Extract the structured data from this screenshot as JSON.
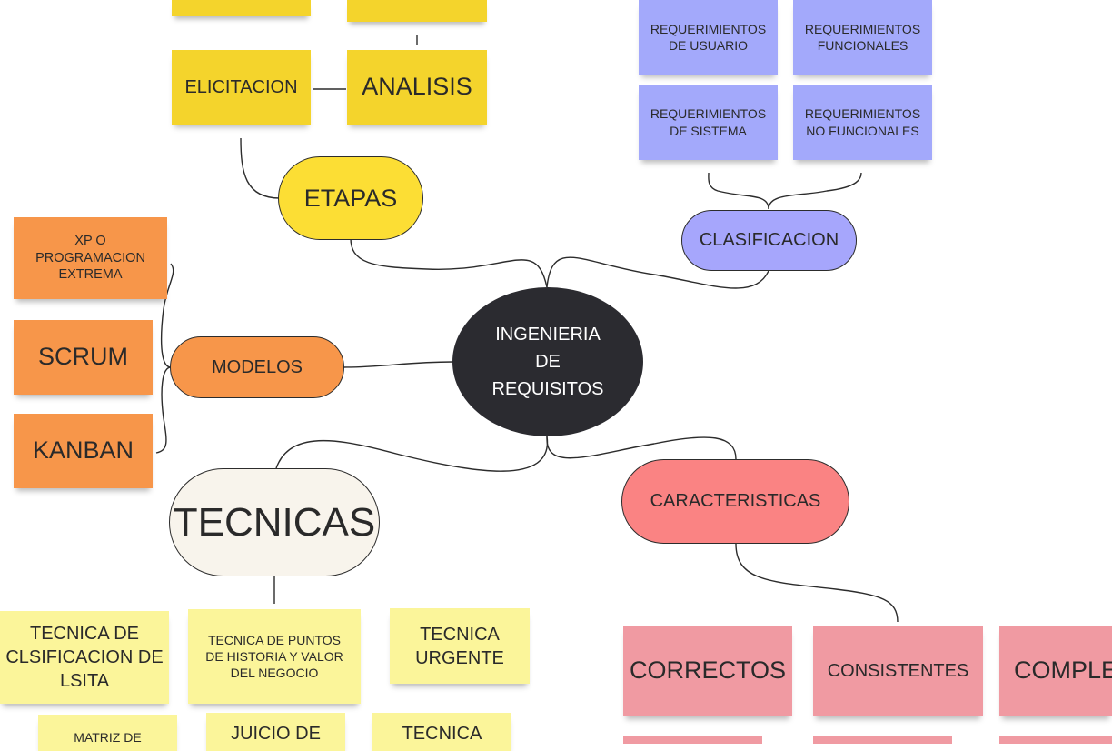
{
  "center": {
    "label": "INGENIERIA\nDE\nREQUISITOS"
  },
  "branches": {
    "etapas": {
      "label": "ETAPAS",
      "nodes": [
        "ELICITACION",
        "ANALISIS"
      ]
    },
    "clasificacion": {
      "label": "CLASIFICACION",
      "nodes": [
        "REQUERIMIENTOS DE USUARIO",
        "REQUERIMIENTOS FUNCIONALES",
        "REQUERIMIENTOS DE SISTEMA",
        "REQUERIMIENTOS NO FUNCIONALES"
      ]
    },
    "modelos": {
      "label": "MODELOS",
      "nodes": [
        "XP O PROGRAMACION EXTREMA",
        "SCRUM",
        "KANBAN"
      ]
    },
    "tecnicas": {
      "label": "TECNICAS",
      "nodes": [
        "TECNICA DE CLSIFICACION DE LSITA",
        "TECNICA DE PUNTOS DE HISTORIA Y VALOR DEL NEGOCIO",
        "TECNICA URGENTE",
        "MATRIZ DE",
        "JUICIO DE",
        "TECNICA"
      ]
    },
    "caracteristicas": {
      "label": "CARACTERISTICAS",
      "nodes": [
        "CORRECTOS",
        "CONSISTENTES",
        "COMPLETOS"
      ]
    }
  },
  "colors": {
    "center": "#2b2b30",
    "etapas": "#fcde34",
    "clasificacion": "#a6a6fc",
    "modelos": "#f7964a",
    "tecnicas": "#f8f4ec",
    "caracteristicas": "#fa8383",
    "sticky_yellow_dark": "#f4d42c",
    "sticky_yellow_light": "#fbf59a",
    "sticky_blue": "#a3a9fb",
    "sticky_orange": "#f7964a",
    "sticky_pink": "#f09aa2"
  }
}
